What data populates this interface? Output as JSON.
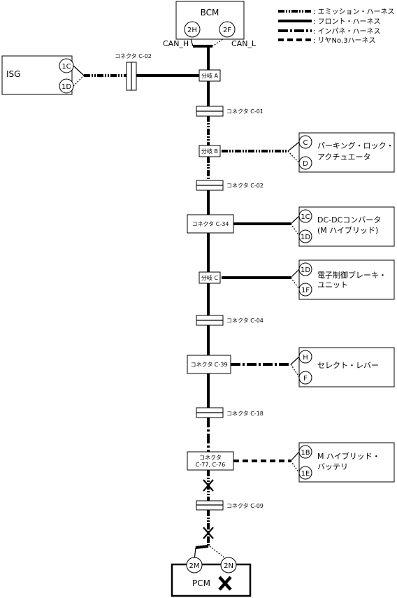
{
  "legend": {
    "emission": ": エミッション・ハーネス",
    "front": ": フロント・ハーネス",
    "inpane": ": インパネ・ハーネス",
    "rear": ": リヤNo.3ハーネス"
  },
  "bcm": {
    "name": "BCM",
    "pin_h": "2H",
    "pin_l": "2F",
    "can_h": "CAN_H",
    "can_l": "CAN_L"
  },
  "isg": {
    "name": "ISG",
    "pin_a": "1C",
    "pin_b": "1D",
    "connector": "コネクタ C-02"
  },
  "pcm": {
    "name": "PCM",
    "pin_a": "2M",
    "pin_b": "2N"
  },
  "spine": {
    "branch_a": "分岐 A",
    "c01": "コネクタ C-01",
    "branch_b": "分岐 B",
    "c02": "コネクタ C-02",
    "c34": "コネクタ C-34",
    "branch_c": "分岐 C",
    "c04": "コネクタ C-04",
    "c39": "コネクタ C-39",
    "c18": "コネクタ C-18",
    "c77_line1": "コネクタ",
    "c77_line2": "C-77, C-76",
    "c09": "コネクタ C-09"
  },
  "components": {
    "parking": {
      "line1": "パーキング・ロック・",
      "line2": "アクチュエータ",
      "pin_a": "C",
      "pin_b": "D"
    },
    "dcdc": {
      "line1": "DC-DCコンバータ",
      "line2": "(M ハイブリッド)",
      "pin_a": "1C",
      "pin_b": "1D"
    },
    "brake": {
      "line1": "電子制御ブレーキ・",
      "line2": "ユニット",
      "pin_a": "1D",
      "pin_b": "1F"
    },
    "select": {
      "line1": "セレクト・レバー",
      "pin_a": "H",
      "pin_b": "F"
    },
    "battery": {
      "line1": "M ハイブリッド・",
      "line2": "バッテリ",
      "pin_a": "1B",
      "pin_b": "1E"
    }
  }
}
